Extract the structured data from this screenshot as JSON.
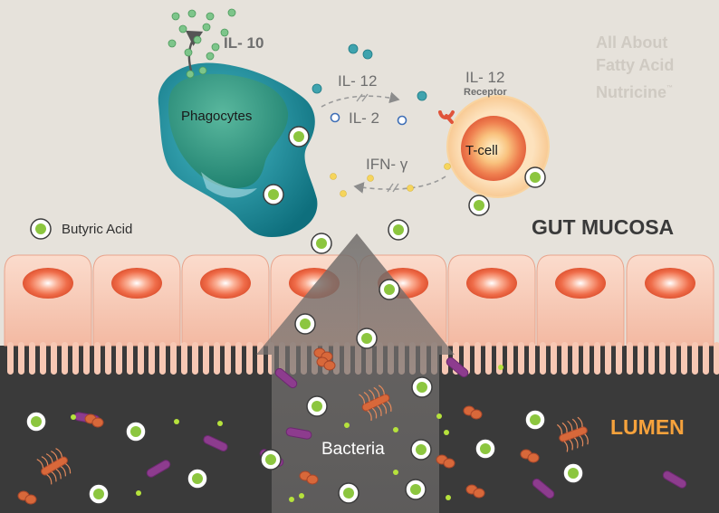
{
  "labels": {
    "il10": "IL- 10",
    "il12": "IL- 12",
    "il2": "IL- 2",
    "il12_receptor_title": "IL- 12",
    "il12_receptor_sub": "Receptor",
    "ifn": "IFN- γ",
    "phagocytes": "Phagocytes",
    "tcell": "T-cell",
    "gut_mucosa": "GUT MUCOSA",
    "lumen": "LUMEN",
    "bacteria": "Bacteria",
    "legend_butyric": "Butyric Acid"
  },
  "watermark": {
    "line1": "All About",
    "line2": "Fatty Acid",
    "line3": "Nutricine",
    "tm": "™"
  },
  "colors": {
    "background": "#e6e2db",
    "lumen": "#3a3a3a",
    "epithelial_cell": "#f6c4b0",
    "nucleus": "#ee6a48",
    "phagocyte": "#2d97a6",
    "tcell": "#f6a96a",
    "butyric_acid": "#8cc63f",
    "lumen_label": "#f6a23c",
    "bacteria_rod": "#8d3c8e",
    "bacteria_coccus": "#d8683a"
  }
}
